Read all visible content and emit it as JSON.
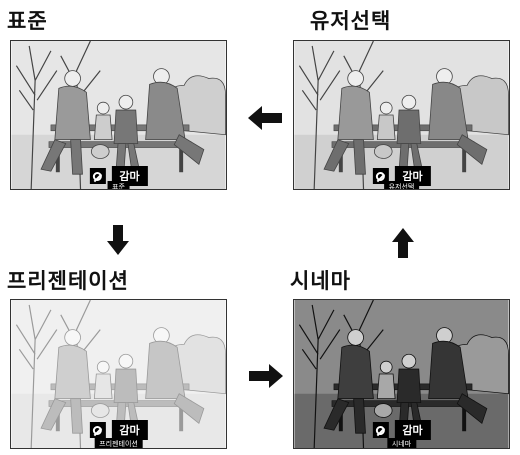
{
  "panels": {
    "standard": {
      "title": "표준",
      "osd_label": "감마",
      "badge": "표준"
    },
    "user": {
      "title": "유저선택",
      "osd_label": "감마",
      "badge": "유저선택"
    },
    "presentation": {
      "title": "프리젠테이션",
      "osd_label": "감마",
      "badge": "프리젠테이션"
    },
    "cinema": {
      "title": "시네마",
      "osd_label": "감마",
      "badge": "시네마"
    }
  },
  "icons": {
    "gamma": "gamma-dial-icon",
    "arrow_left": "arrow-left-icon",
    "arrow_down": "arrow-down-icon",
    "arrow_right": "arrow-right-icon",
    "arrow_up": "arrow-up-icon"
  }
}
